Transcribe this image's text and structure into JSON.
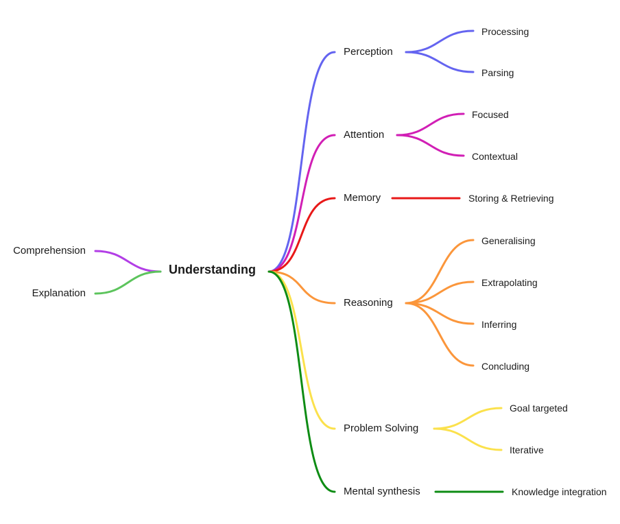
{
  "root": {
    "label": "Understanding"
  },
  "left": [
    {
      "label": "Comprehension",
      "color": "#b23ee6"
    },
    {
      "label": "Explanation",
      "color": "#5cc45c"
    }
  ],
  "right": [
    {
      "label": "Perception",
      "color": "#6464f0",
      "children": [
        "Processing",
        "Parsing"
      ]
    },
    {
      "label": "Attention",
      "color": "#d11fb5",
      "children": [
        "Focused",
        "Contextual"
      ]
    },
    {
      "label": "Memory",
      "color": "#e81818",
      "children": [
        "Storing & Retrieving"
      ]
    },
    {
      "label": "Reasoning",
      "color": "#fb963b",
      "children": [
        "Generalising",
        "Extrapolating",
        "Inferring",
        "Concluding"
      ]
    },
    {
      "label": "Problem Solving",
      "color": "#fbe14c",
      "children": [
        "Goal targeted",
        "Iterative"
      ]
    },
    {
      "label": "Mental synthesis",
      "color": "#0e8c14",
      "children": [
        "Knowledge integration"
      ]
    }
  ]
}
